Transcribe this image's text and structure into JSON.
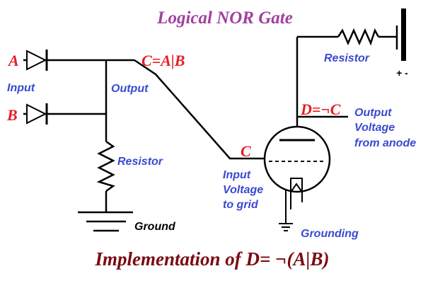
{
  "title": "Logical NOR Gate",
  "caption": "Implementation of D= ¬(A|B)",
  "colors": {
    "title": "#a040a0",
    "caption": "#7a0a12",
    "signal": "#e81c24",
    "annotation": "#3a4ad0",
    "wire": "#000000"
  },
  "labels": {
    "input_a": "A",
    "input_b": "B",
    "input": "Input",
    "output": "Output",
    "c_expr": "C=A|B",
    "resistor_left": "Resistor",
    "ground": "Ground",
    "c_grid": "C",
    "input_voltage_1": "Input",
    "input_voltage_2": "Voltage",
    "input_voltage_3": "to grid",
    "resistor_top": "Resistor",
    "battery_polarity": "+ -",
    "d_expr": "D=¬C",
    "output_voltage_1": "Output",
    "output_voltage_2": "Voltage",
    "output_voltage_3": "from anode",
    "grounding": "Grounding"
  },
  "icons": {
    "diode_a": "diode-icon",
    "diode_b": "diode-icon",
    "resistor": "resistor-icon",
    "ground": "ground-icon",
    "tube": "vacuum-tube-icon",
    "battery": "battery-icon"
  }
}
